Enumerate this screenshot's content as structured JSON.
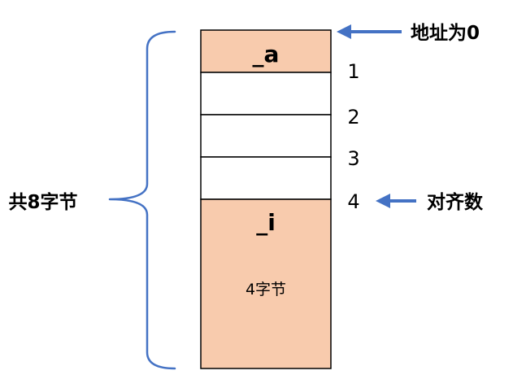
{
  "memory_layout": {
    "cells": [
      {
        "label": "_a",
        "highlighted": true
      },
      {
        "label": "",
        "highlighted": false
      },
      {
        "label": "",
        "highlighted": false
      },
      {
        "label": "",
        "highlighted": false
      },
      {
        "label": "_i",
        "sublabel": "4字节",
        "highlighted": true
      }
    ],
    "offsets": [
      "1",
      "2",
      "3",
      "4"
    ],
    "address_zero_label": "地址为0",
    "alignment_label": "对齐数",
    "total_size_label": "共8字节"
  },
  "colors": {
    "highlight_fill": "#f8cbad",
    "cell_border": "#000000",
    "annotation_blue": "#4472c4"
  }
}
